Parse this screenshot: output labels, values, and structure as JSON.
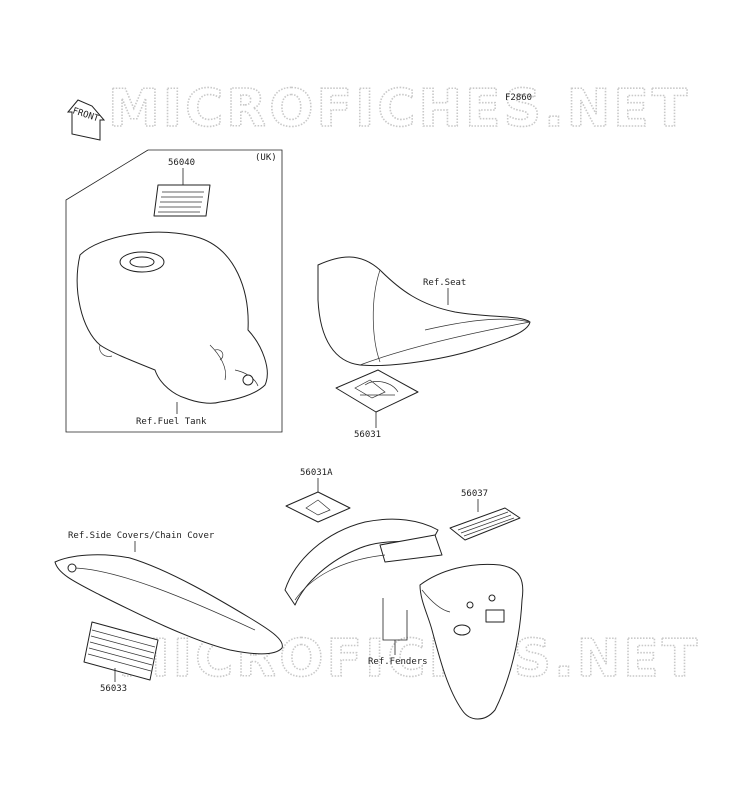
{
  "watermark": "MICROFICHES.NET",
  "figure_code": "F2860",
  "front_arrow": "FRONT",
  "region_note": "(UK)",
  "labels": {
    "p56040": "56040",
    "fuel_tank": "Ref.Fuel Tank",
    "seat": "Ref.Seat",
    "p56031": "56031",
    "p56031a": "56031A",
    "p56037": "56037",
    "side_covers": "Ref.Side Covers/Chain Cover",
    "p56033": "56033",
    "fenders": "Ref.Fenders"
  }
}
